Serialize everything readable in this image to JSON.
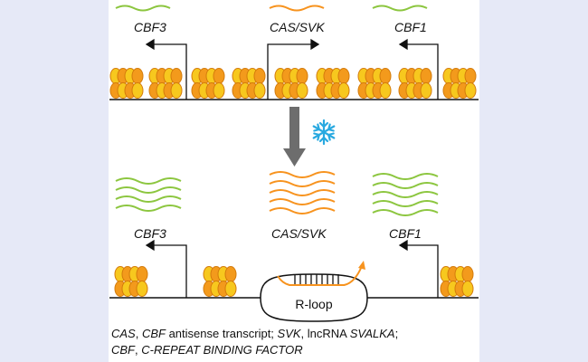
{
  "colors": {
    "background": "#e6e9f7",
    "panel": "#ffffff",
    "cbf_transcript": "#8cc63f",
    "cas_transcript": "#f7931e",
    "nucleosome_orange": "#f39a1c",
    "nucleosome_yellow": "#f7c81e",
    "arrow_gray": "#6d6d6d",
    "snowflake": "#29a9e0"
  },
  "icons": {
    "cold": "snowflake-icon",
    "transition": "down-arrow-icon"
  },
  "top": {
    "genes": {
      "cbf3": "CBF3",
      "cas_svk": "CAS/SVK",
      "cbf1": "CBF1"
    }
  },
  "bottom": {
    "genes": {
      "cbf3": "CBF3",
      "cas_svk": "CAS/SVK",
      "cbf1": "CBF1"
    },
    "rloop_label": "R-loop"
  },
  "caption": {
    "line1": {
      "t1": "CAS",
      "t2": ", ",
      "t3": "CBF",
      "t4": " antisense transcript; ",
      "t5": "SVK",
      "t6": ", lncRNA ",
      "t7": "SVALKA",
      "t8": ";"
    },
    "line2": {
      "t1": "CBF",
      "t2": ", ",
      "t3": "C-REPEAT BINDING FACTOR"
    }
  }
}
